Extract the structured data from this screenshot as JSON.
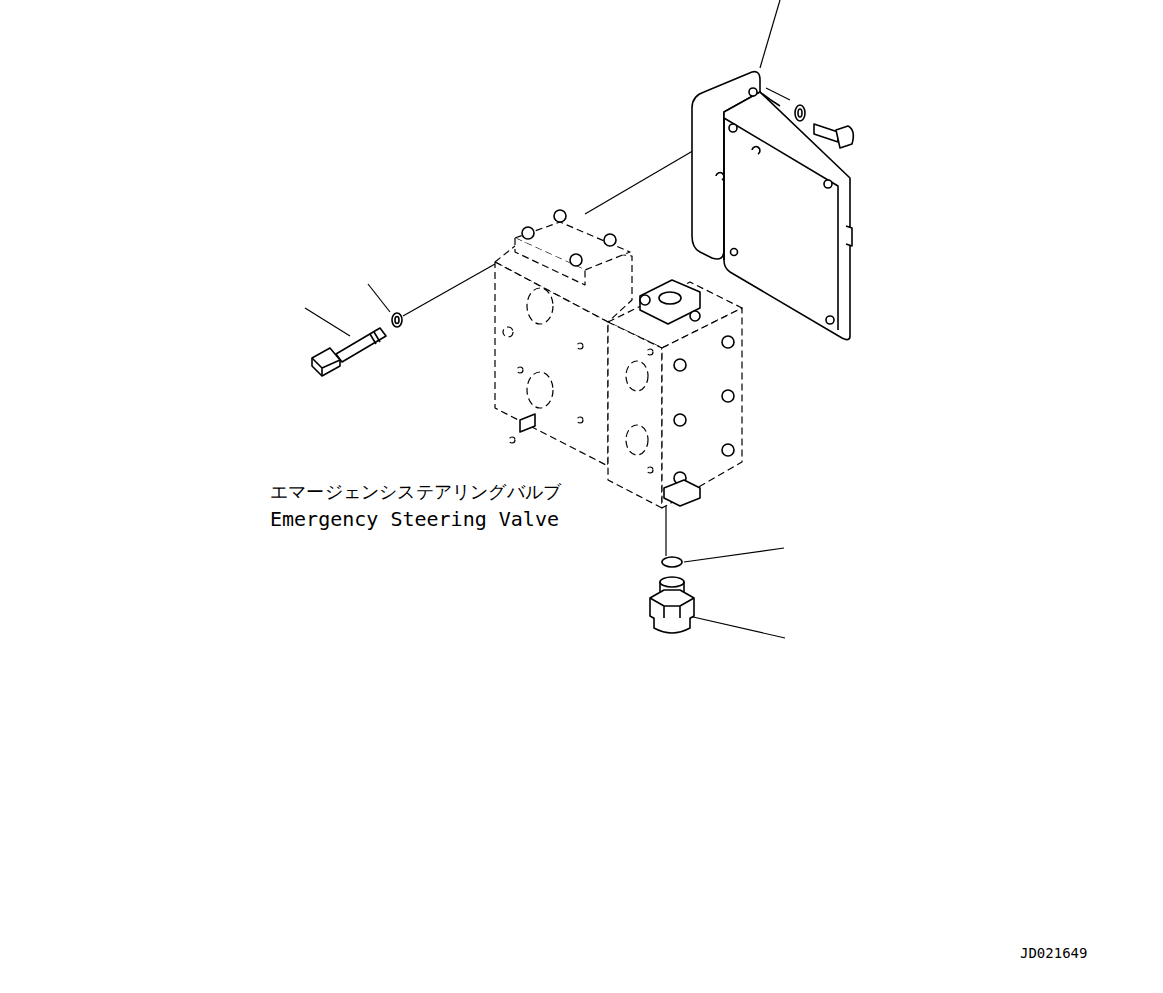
{
  "diagram": {
    "labels": [
      "エマージェンシステアリングバルブ",
      "Emergency Steering Valve",
      "JD021649"
    ]
  }
}
